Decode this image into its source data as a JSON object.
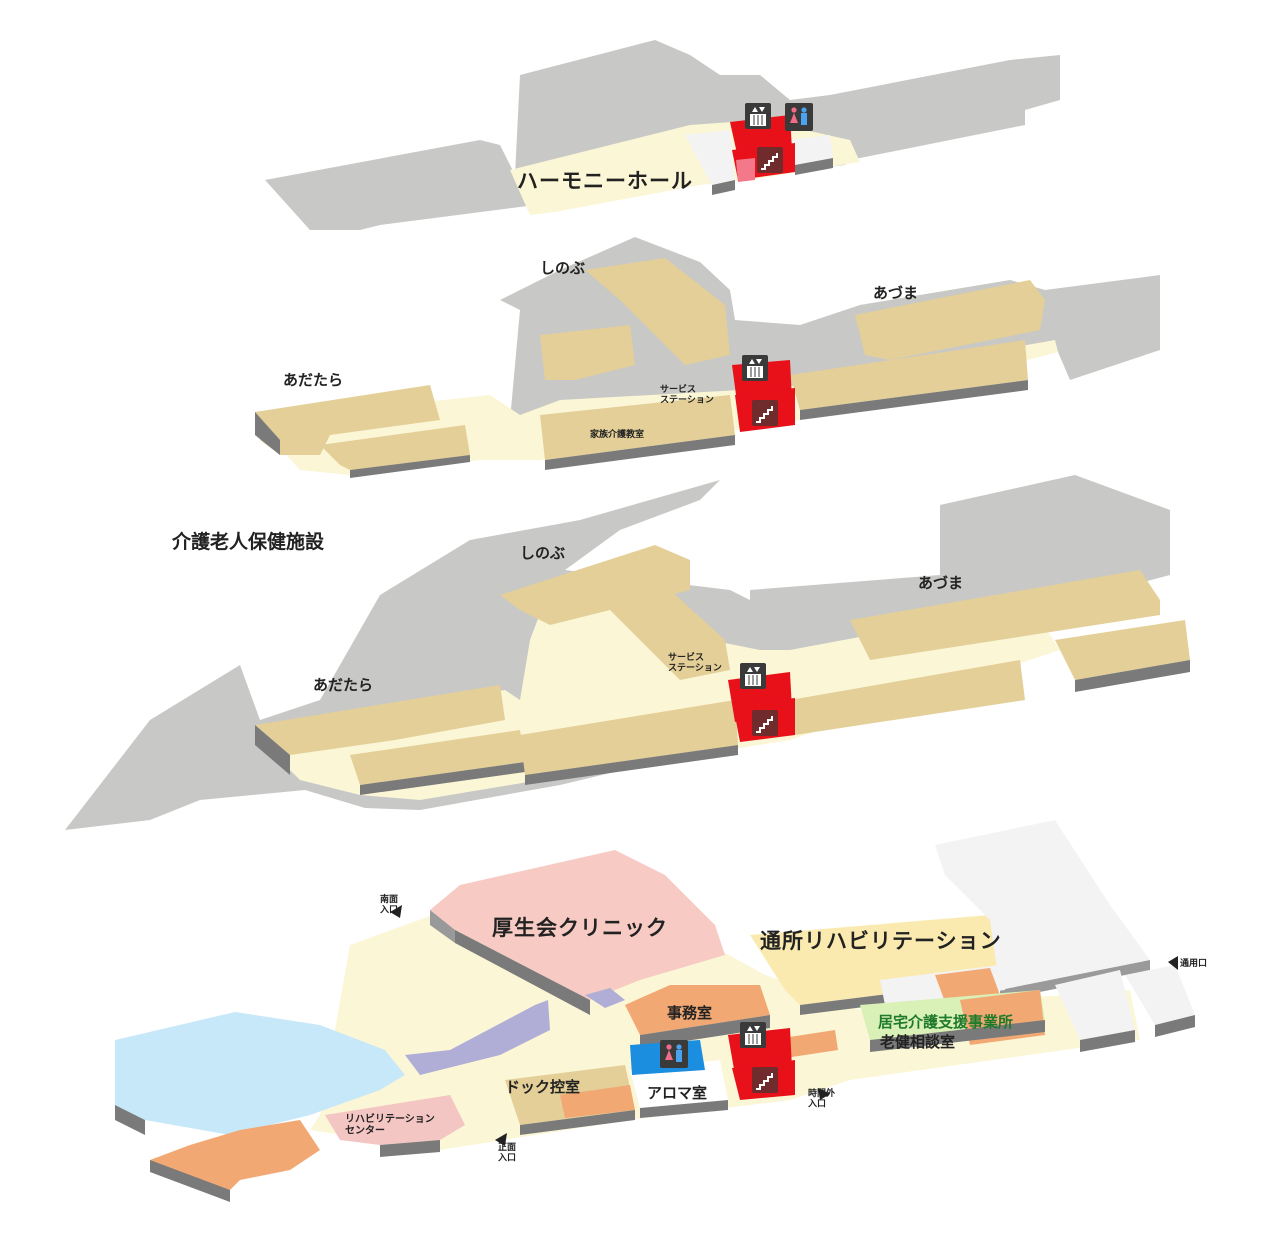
{
  "colors": {
    "building_gray": "#c8c8c6",
    "corridor": "#fbf6d6",
    "room_tan": "#e3cf97",
    "room_side": "#7a7a7a",
    "room_edge": "#9a9a9a",
    "clinic_pink": "#f7cbc4",
    "rehab_pink": "#f3c6c4",
    "orange": "#f2a873",
    "lightblue": "#c7e8f8",
    "purple": "#b0aed6",
    "stair_red": "#e8111a",
    "stair_light": "#f3788a",
    "white_block": "#f3f3f3",
    "green_room": "#d9f0b6",
    "toilet_blue": "#1b8ee0"
  },
  "icons": {
    "elevator": "elevator-icon",
    "stairs": "stairs-icon",
    "toilet": "toilet-icon",
    "entrance_arrow": "entrance-arrow-icon"
  },
  "facility_title": "介護老人保健施設",
  "floor4": {
    "hall": "ハーモニーホール"
  },
  "floor3": {
    "wing_shinobu": "しのぶ",
    "wing_azuma": "あづま",
    "wing_adatara": "あだたら",
    "service_station": "サービス\nステーション",
    "family_care_class": "家族介護教室"
  },
  "floor2": {
    "wing_shinobu": "しのぶ",
    "wing_azuma": "あづま",
    "wing_adatara": "あだたら",
    "service_station": "サービス\nステーション"
  },
  "floor1": {
    "clinic": "厚生会クリニック",
    "day_rehab": "通所リハビリテーション",
    "office": "事務室",
    "home_care": "居宅介護支援事業所",
    "consult": "老健相談室",
    "aroma": "アロマ室",
    "dock": "ドック控室",
    "rehab_center": "リハビリテーション\nセンター",
    "entrance_south": "南面\n入口",
    "entrance_front": "正面\n入口",
    "entrance_afterhours": "時間外\n入口",
    "entrance_staff": "通用口"
  }
}
